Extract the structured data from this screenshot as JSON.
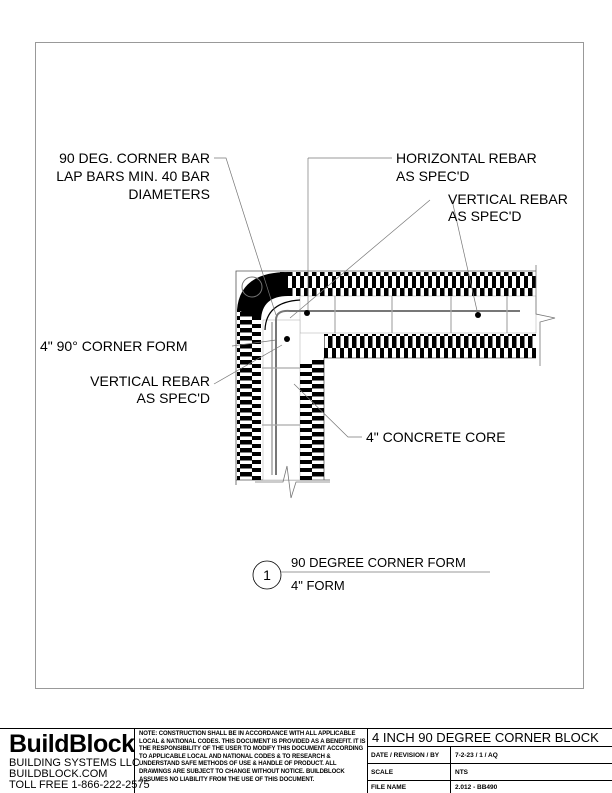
{
  "drawing": {
    "labels": {
      "corner_bar": [
        "90 DEG. CORNER BAR",
        "LAP BARS MIN. 40 BAR",
        "DIAMETERS"
      ],
      "horizontal_rebar": [
        "HORIZONTAL REBAR",
        "AS SPEC'D"
      ],
      "vertical_rebar_right": [
        "VERTICAL REBAR",
        "AS SPEC'D"
      ],
      "corner_form": "4\" 90° CORNER FORM",
      "vertical_rebar_left": [
        "VERTICAL REBAR",
        "AS SPEC'D"
      ],
      "concrete_core": "4\" CONCRETE CORE"
    },
    "detail_callout": {
      "number": "1",
      "title": "90 DEGREE CORNER FORM",
      "subtitle": "4\" FORM"
    }
  },
  "title_block": {
    "logo": "BuildBlock",
    "company": "BUILDING SYSTEMS LLC",
    "website": "BUILDBLOCK.COM",
    "phone": "TOLL FREE 1-866-222-2575",
    "note": "NOTE: CONSTRUCTION SHALL BE IN ACCORDANCE WITH ALL APPLICABLE LOCAL & NATIONAL CODES. THIS DOCUMENT IS PROVIDED AS A BENEFIT. IT IS THE RESPONSIBILITY OF THE USER TO MODIFY THIS DOCUMENT ACCORDING TO APPLICABLE LOCAL AND NATIONAL CODES & TO RESEARCH & UNDERSTAND SAFE METHODS OF USE & HANDLE OF PRODUCT. ALL DRAWINGS ARE SUBJECT TO CHANGE WITHOUT NOTICE. BUILDBLOCK ASSUMES NO LIABILITY FROM THE USE OF THIS DOCUMENT.",
    "title": "4 INCH 90 DEGREE CORNER BLOCK",
    "rows": [
      {
        "label": "DATE / REVISION / BY",
        "value": "7-2-23 / 1 / AQ"
      },
      {
        "label": "SCALE",
        "value": "NTS"
      },
      {
        "label": "FILE NAME",
        "value": "2.012 - BB490"
      }
    ]
  }
}
